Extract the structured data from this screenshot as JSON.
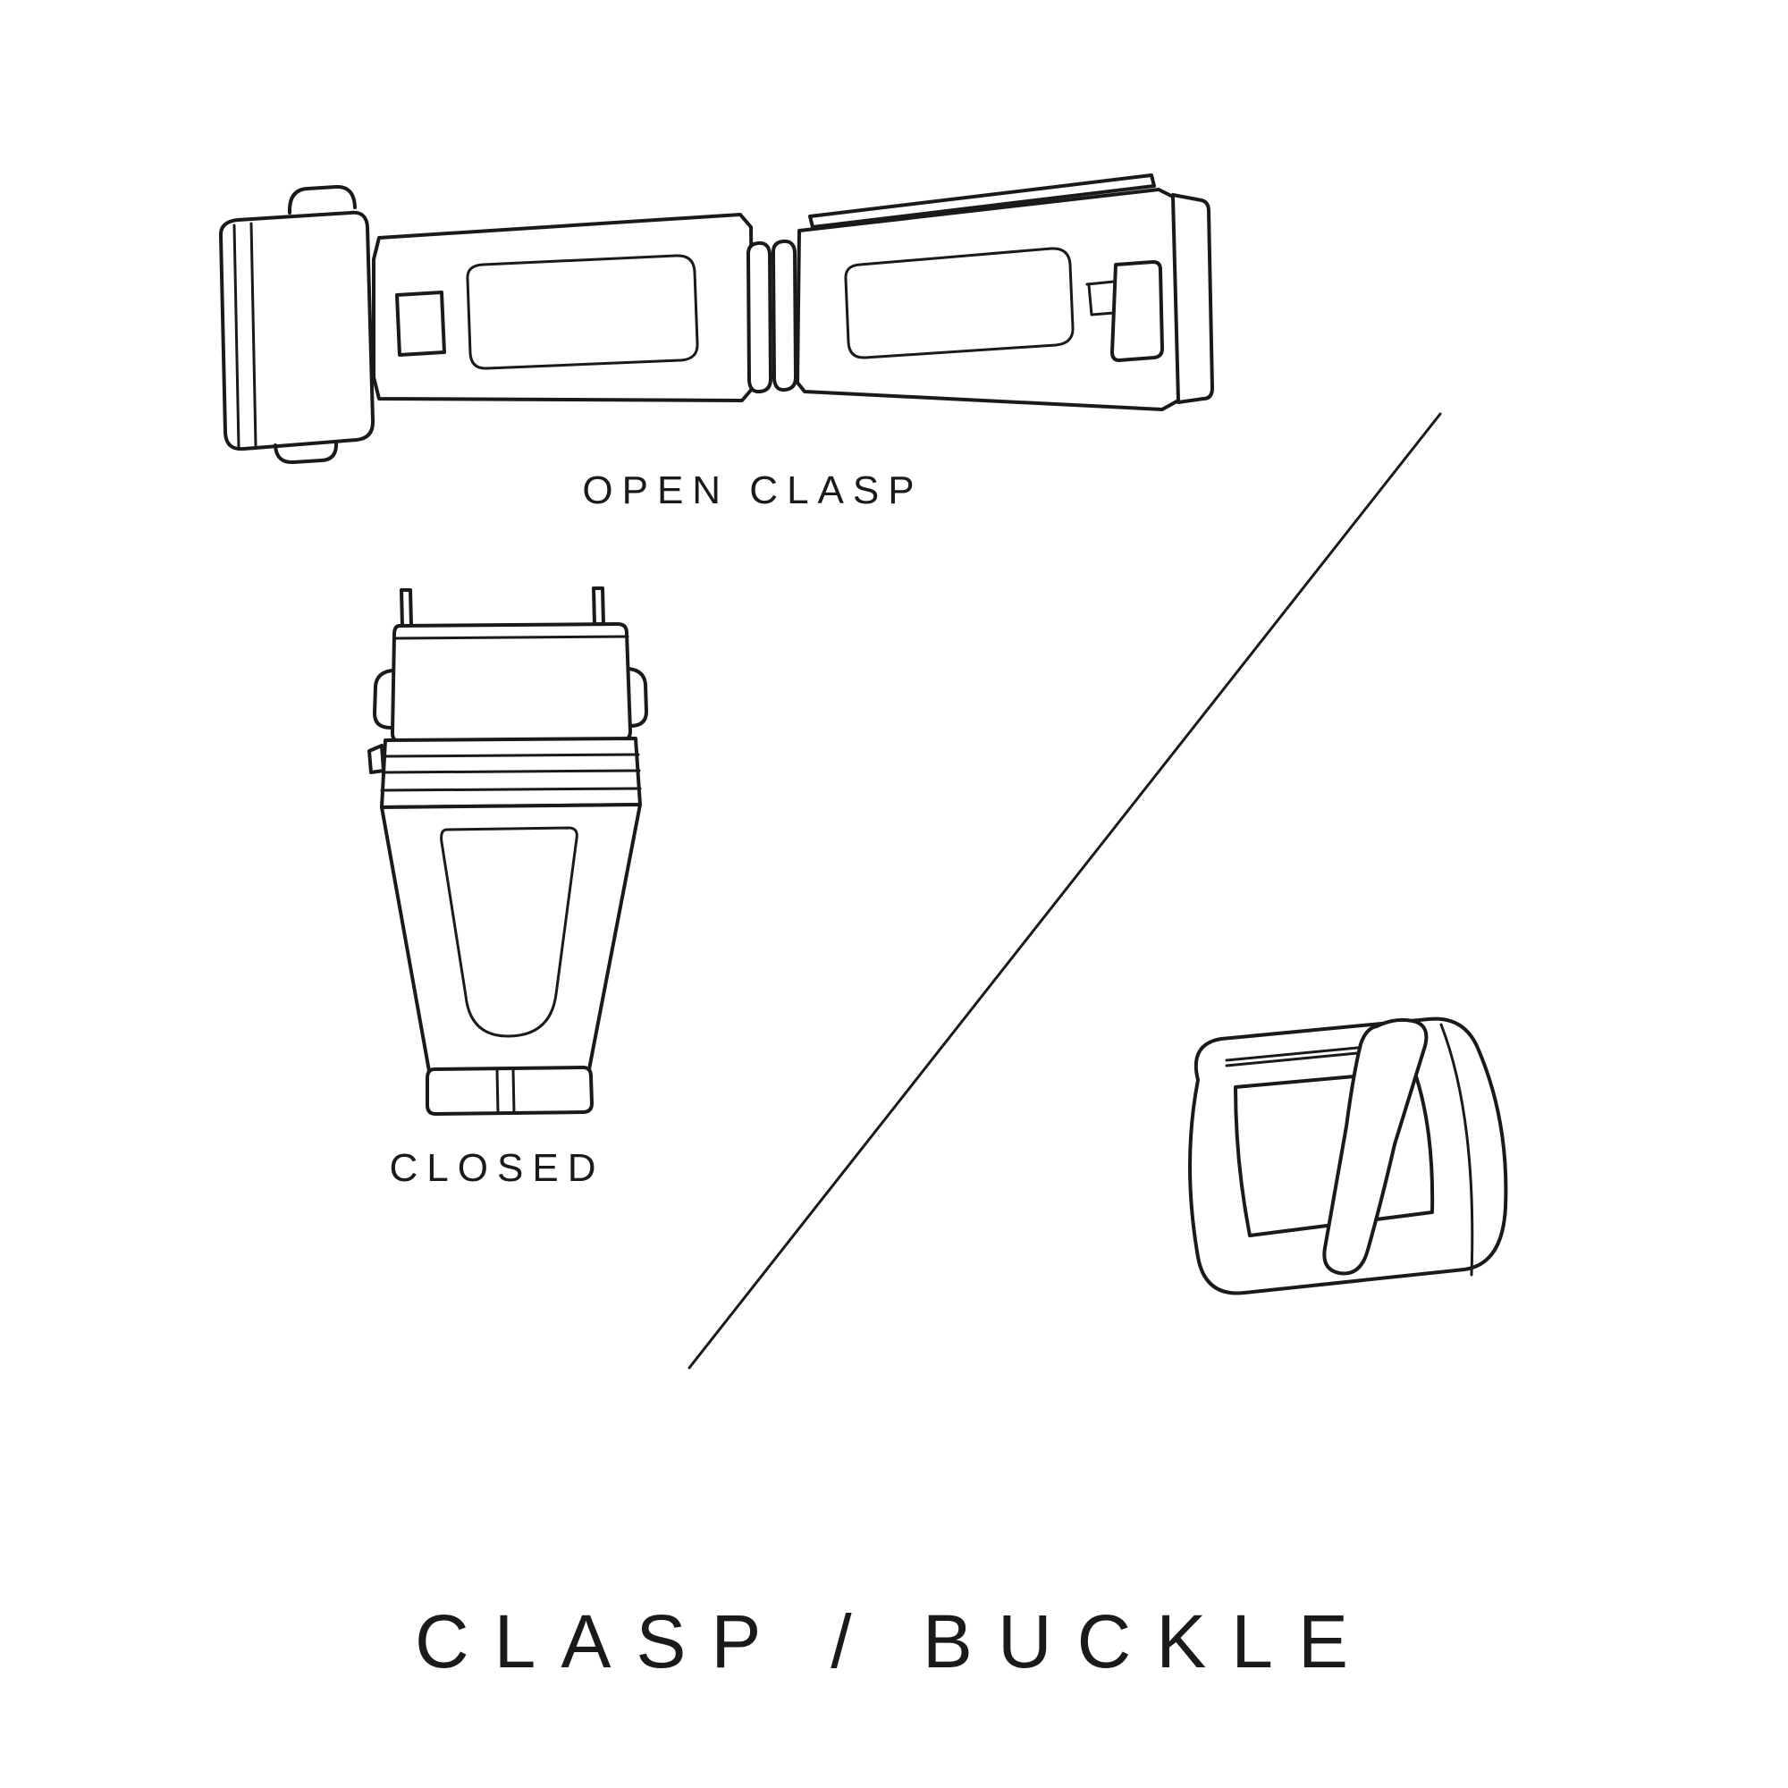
{
  "colors": {
    "background": "#ffffff",
    "ink": "#1a1a1a"
  },
  "diagram": {
    "title": "CLASP / BUCKLE",
    "labels": {
      "open_clasp": "OPEN CLASP",
      "closed": "CLOSED"
    },
    "illustrations": [
      "open-clasp-illustration",
      "closed-clasp-illustration",
      "buckle-illustration"
    ],
    "divider": "diagonal-divider-line"
  }
}
